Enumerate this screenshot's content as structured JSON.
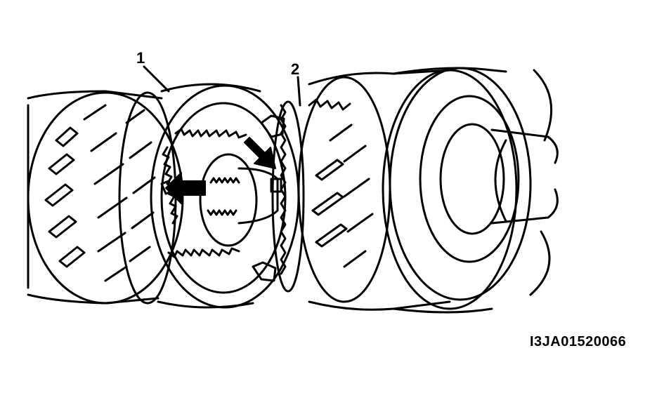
{
  "figure": {
    "callouts": [
      {
        "label": "1"
      },
      {
        "label": "2"
      }
    ],
    "code": "I3JA01520066"
  },
  "colors": {
    "ink": "#000000",
    "paper": "#ffffff"
  }
}
